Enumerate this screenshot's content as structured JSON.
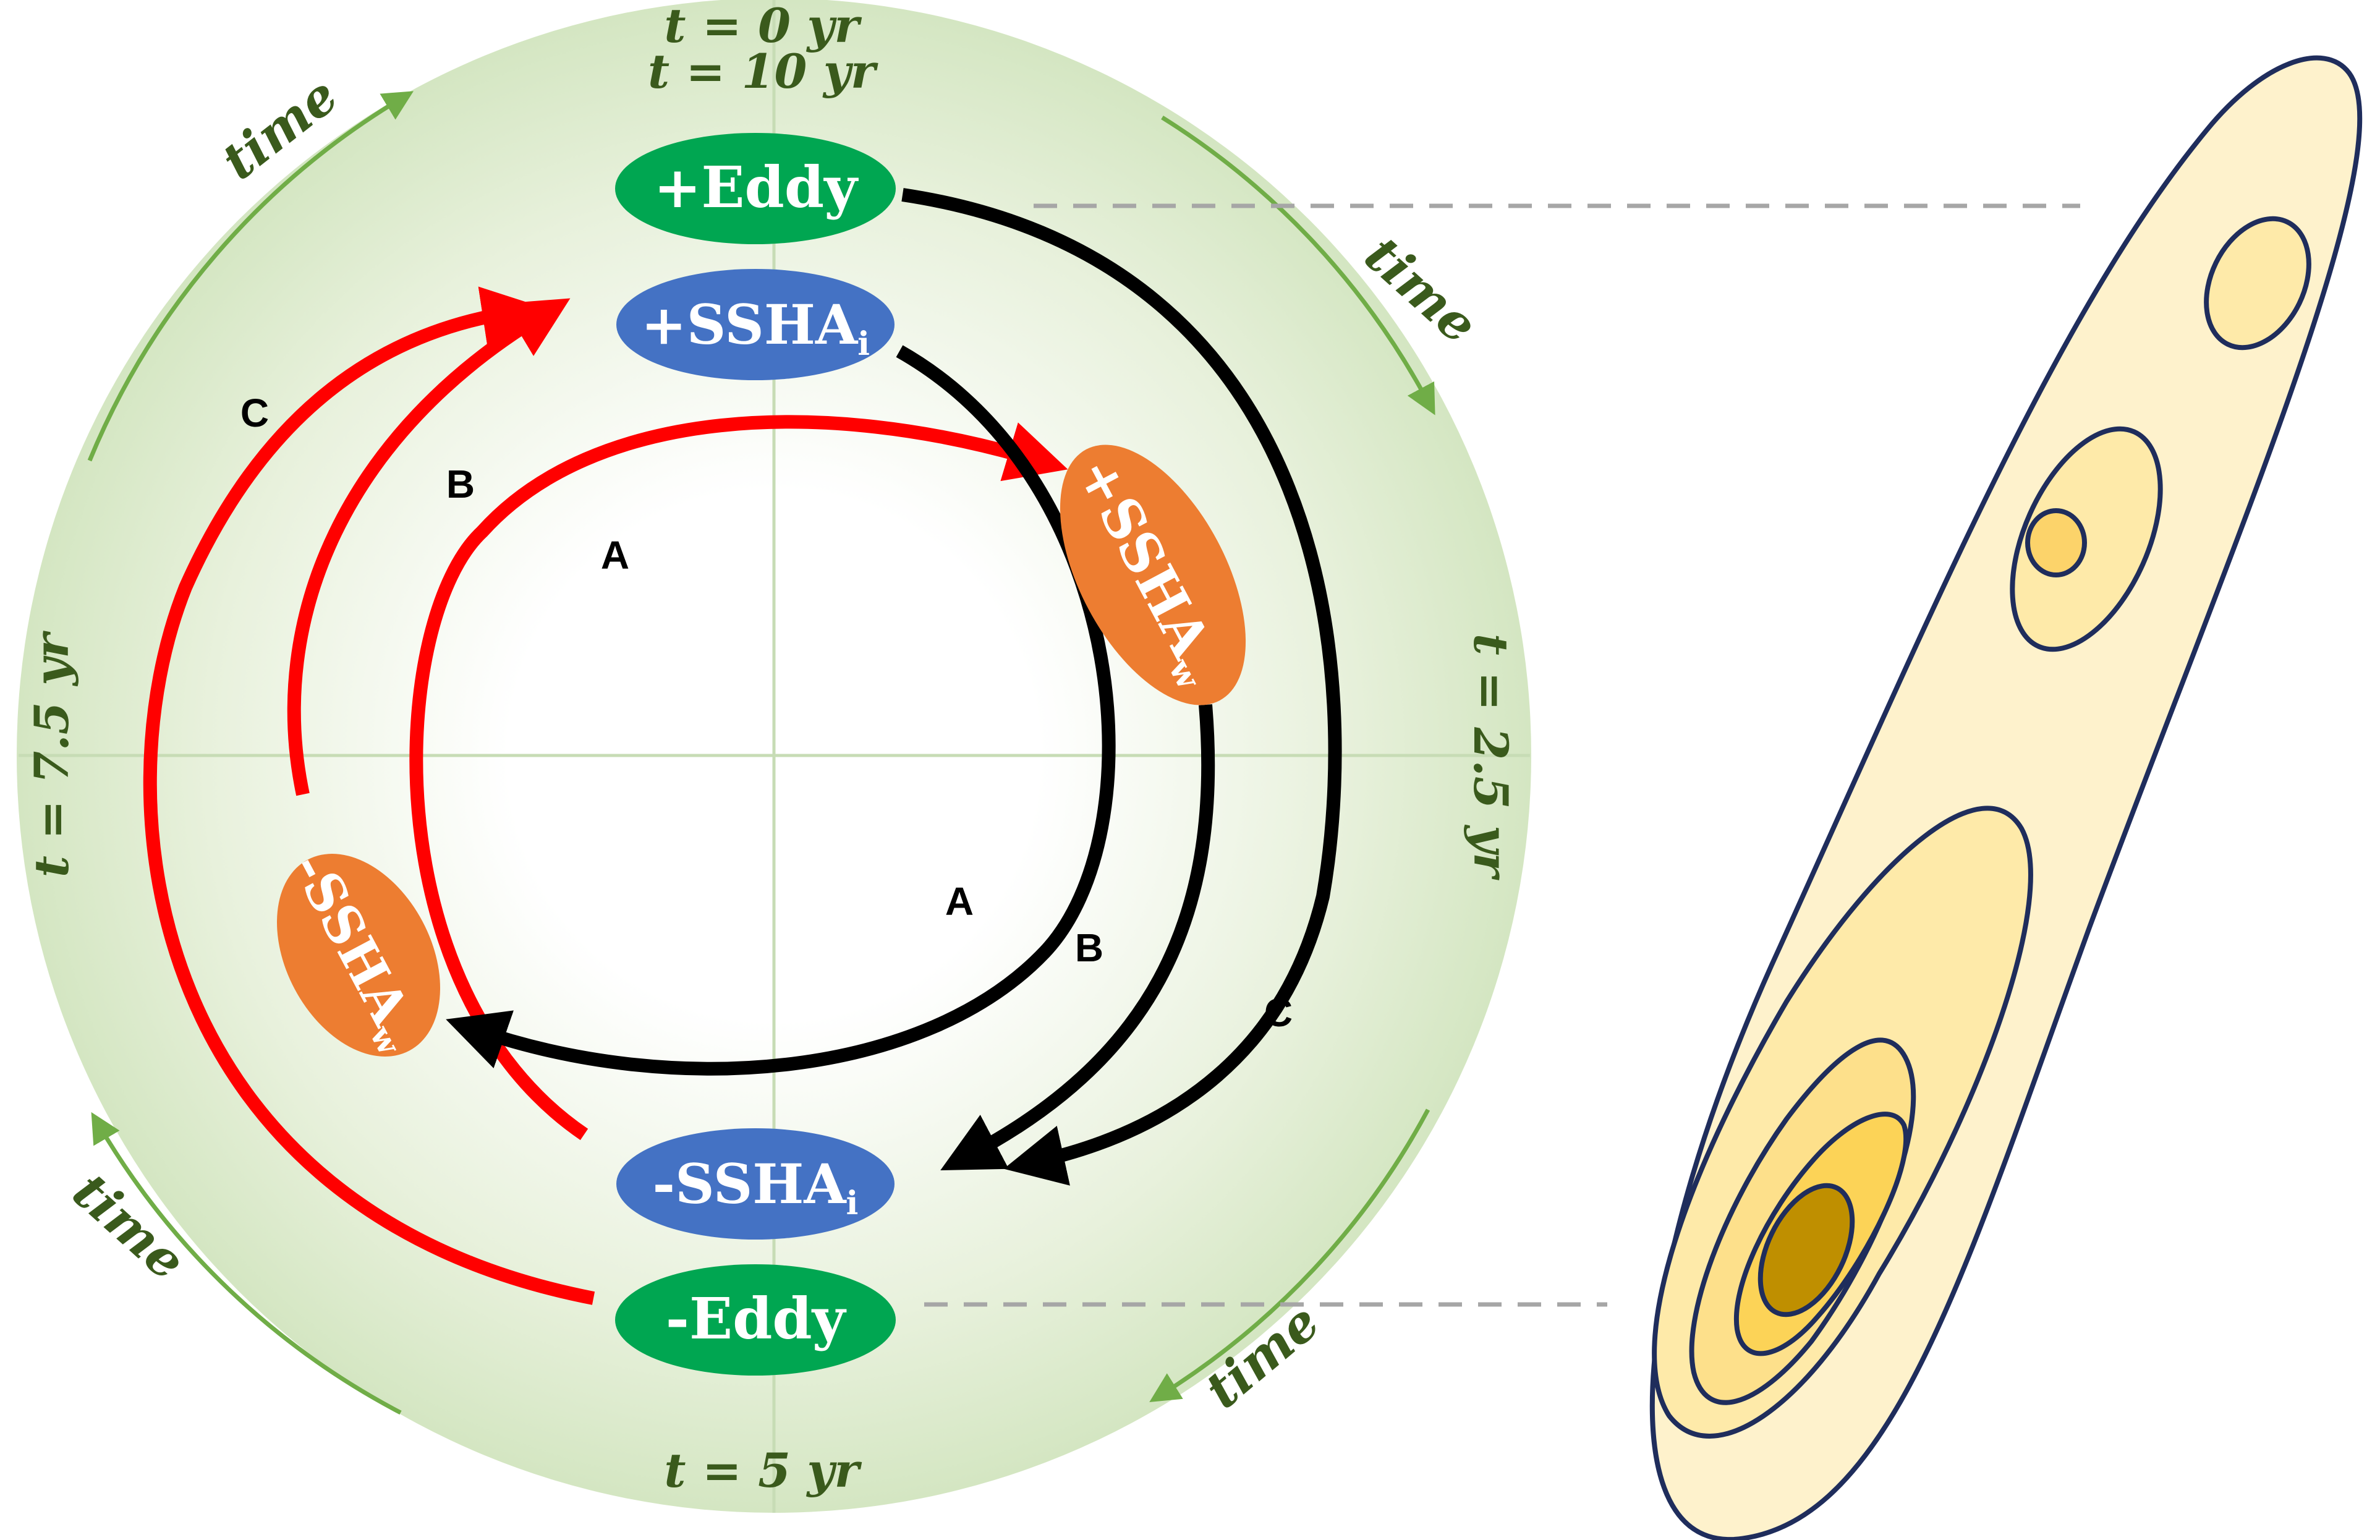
{
  "time_markers": {
    "top_line1": "t = 0 yr",
    "top_line2": "t = 10 yr",
    "right": "t = 2.5 yr",
    "bottom": "t = 5 yr",
    "left": "t = 7.5 yr"
  },
  "time_word": "time",
  "nodes": {
    "pos_eddy": "+Eddy",
    "pos_sshai": "+SSHA",
    "pos_sshai_sub": "i",
    "pos_sshaw": "+SSHA",
    "pos_sshaw_sub": "w",
    "neg_sshaw": "-SSHA",
    "neg_sshaw_sub": "w",
    "neg_sshai": "-SSHA",
    "neg_sshai_sub": "i",
    "neg_eddy": "-Eddy"
  },
  "paths": {
    "a": "A",
    "b": "B",
    "c": "C"
  },
  "colors": {
    "eddy": "#00a651",
    "sshai": "#4472c4",
    "sshaw": "#ed7d31",
    "forcing": "#ff0000",
    "response": "#000000",
    "time_arrow": "#70ad47",
    "label": "#3a5a1c"
  }
}
